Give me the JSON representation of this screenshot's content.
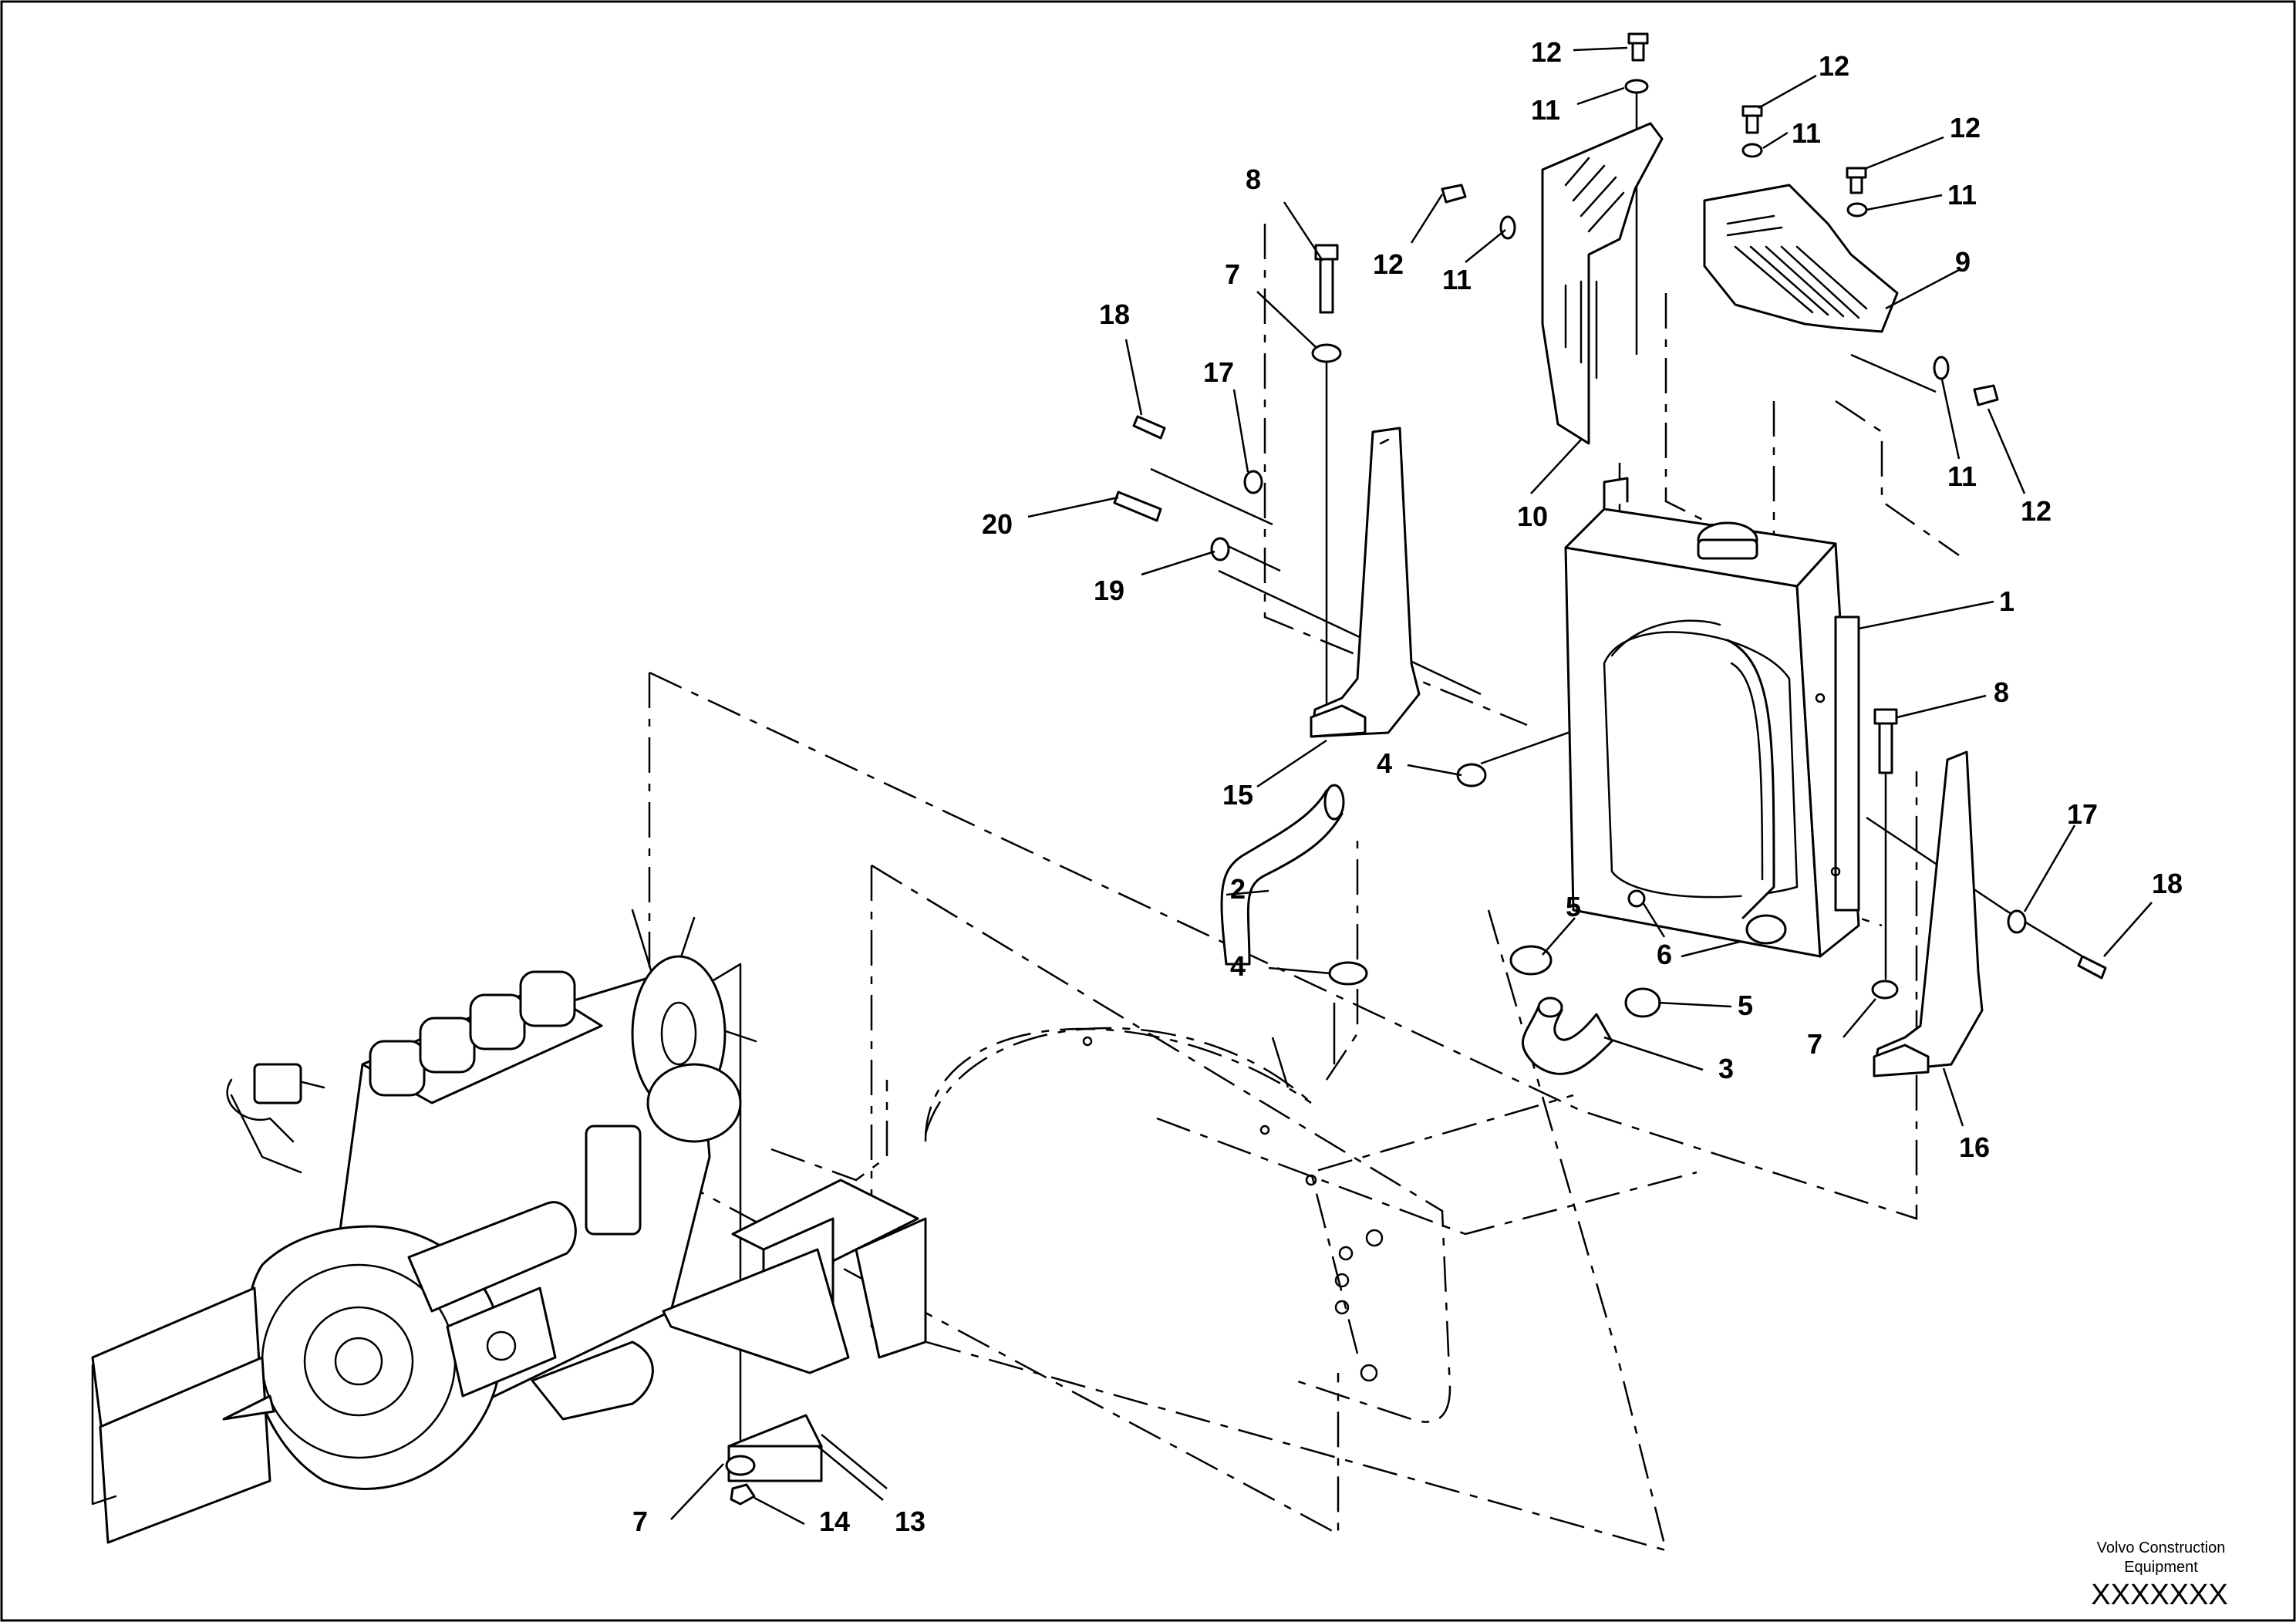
{
  "diagram": {
    "callouts": {
      "c1": "1",
      "c2": "2",
      "c3": "3",
      "c4a": "4",
      "c4b": "4",
      "c5a": "5",
      "c5b": "5",
      "c6": "6",
      "c7a": "7",
      "c7b": "7",
      "c7c": "7",
      "c8a": "8",
      "c8b": "8",
      "c9": "9",
      "c10": "10",
      "c11a": "11",
      "c11b": "11",
      "c11c": "11",
      "c11d": "11",
      "c11e": "11",
      "c12a": "12",
      "c12b": "12",
      "c12c": "12",
      "c12d": "12",
      "c12e": "12",
      "c13": "13",
      "c14": "14",
      "c15": "15",
      "c16": "16",
      "c17a": "17",
      "c17b": "17",
      "c18a": "18",
      "c18b": "18",
      "c19": "19",
      "c20": "20"
    },
    "footer": {
      "company_line1": "Volvo Construction",
      "company_line2": "Equipment",
      "drawing_code": "XXXXXXX"
    }
  }
}
